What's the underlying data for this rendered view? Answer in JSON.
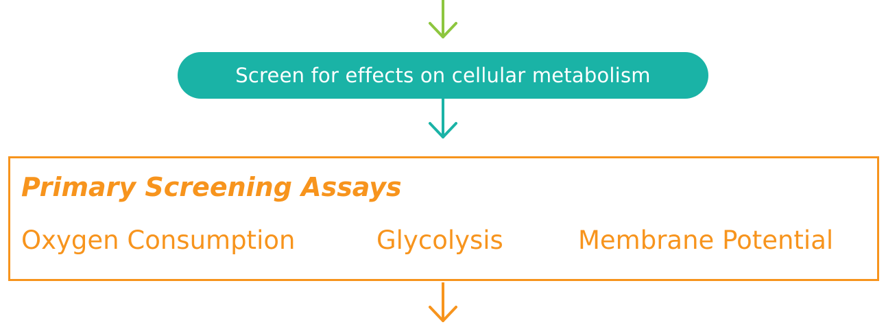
{
  "colors": {
    "arrow_top": "#8dc63f",
    "teal": "#1ab3a6",
    "orange": "#f7941d",
    "pill_text": "#ffffff"
  },
  "diagram": {
    "step_label": "Screen for effects on cellular metabolism",
    "assays": {
      "title": "Primary Screening Assays",
      "items": [
        "Oxygen Consumption",
        "Glycolysis",
        "Membrane Potential"
      ]
    }
  }
}
